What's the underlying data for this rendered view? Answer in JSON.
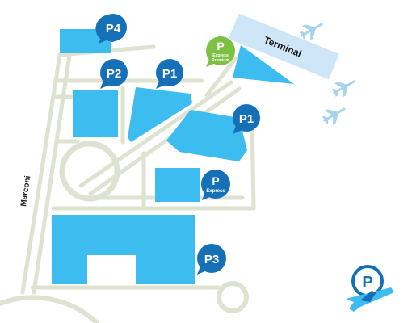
{
  "map": {
    "terminal_label": "Terminal",
    "road_label": "Marconi",
    "parkings": [
      {
        "id": "p4",
        "label": "P4"
      },
      {
        "id": "p2",
        "label": "P2"
      },
      {
        "id": "p1-west",
        "label": "P1"
      },
      {
        "id": "p1-east",
        "label": "P1"
      },
      {
        "id": "express-premium",
        "label": "P",
        "sublabel_line1": "Express",
        "sublabel_line2": "Premium"
      },
      {
        "id": "express",
        "label": "P",
        "sublabel": "Express"
      },
      {
        "id": "p3",
        "label": "P3"
      }
    ],
    "icons": [
      "airplane-icon",
      "airplane-icon",
      "airplane-icon",
      "parking-airport-logo-icon"
    ],
    "colors": {
      "lot_blue": "#3dbcef",
      "pin_blue": "#1570b7",
      "pin_green": "#7cc142",
      "road": "#dde3d0",
      "terminal_fill": "#cfe6f8",
      "plane": "#a8d3ef"
    }
  }
}
